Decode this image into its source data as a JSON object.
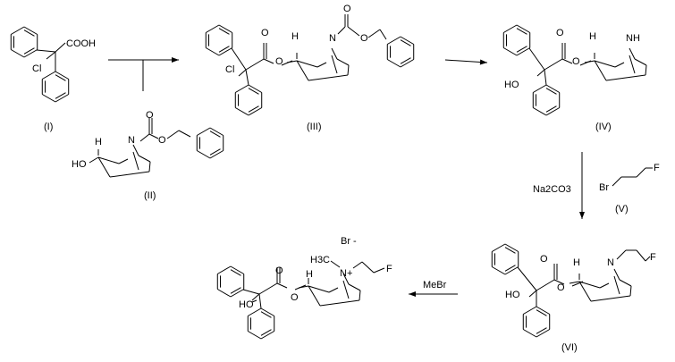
{
  "compounds": {
    "I": {
      "label": "(I)",
      "acid": "COOH",
      "chloro": "Cl"
    },
    "II": {
      "label": "(II)",
      "hydroxy": "HO",
      "h": "H",
      "n": "N",
      "o_carbonyl": "O",
      "o_ester": "O"
    },
    "III": {
      "label": "(III)",
      "chloro": "Cl",
      "h": "H",
      "n": "N",
      "o_carbonyl": "O",
      "o_ester": "O",
      "o_carbamate": "O",
      "o_carbamate_ester": "O"
    },
    "IV": {
      "label": "(IV)",
      "hydroxy": "HO",
      "h": "H",
      "nh": "NH",
      "o_carbonyl": "O",
      "o_ester": "O"
    },
    "V": {
      "label": "(V)",
      "br": "Br",
      "f": "F"
    },
    "VI": {
      "label": "(VI)",
      "hydroxy": "HO",
      "h": "H",
      "n": "N",
      "f": "F",
      "o_carbonyl": "O",
      "o_ester": "O"
    },
    "product": {
      "hydroxy": "HO",
      "h": "H",
      "n_plus": "N+",
      "methyl": "H3C",
      "f": "F",
      "counterion": "Br -",
      "o_carbonyl": "O",
      "o_ester": "O"
    }
  },
  "reagents": {
    "step3": "Na2CO3",
    "step4": "MeBr"
  }
}
